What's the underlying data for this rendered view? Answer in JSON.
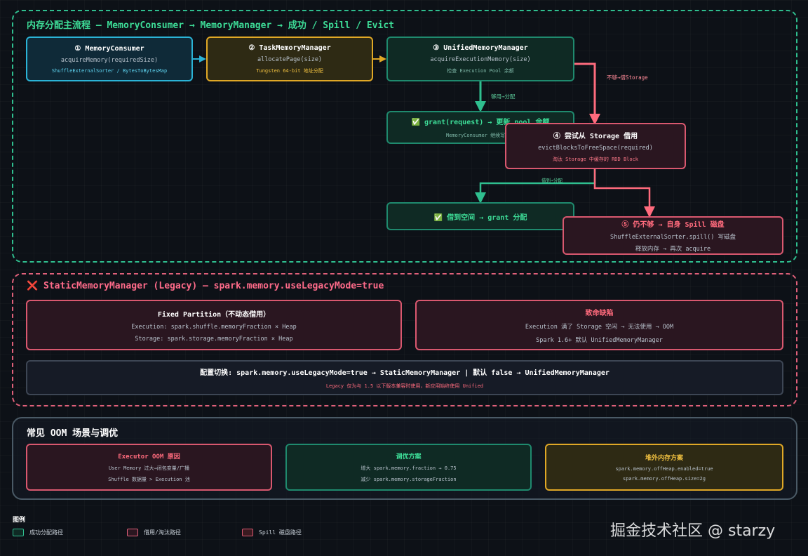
{
  "flow": {
    "title": "内存分配主流程 — MemoryConsumer → MemoryManager → 成功 / Spill / Evict",
    "step1": {
      "title": "① MemoryConsumer",
      "code": "acquireMemory(requiredSize)",
      "note": "ShuffleExternalSorter / BytesToBytesMap"
    },
    "step2": {
      "title": "② TaskMemoryManager",
      "code": "allocatePage(size)",
      "note": "Tungsten 64-bit 地址分配"
    },
    "step3": {
      "title": "③ UnifiedMemoryManager",
      "code": "acquireExecutionMemory(size)",
      "note": "检查 Execution Pool 余额"
    },
    "label_enough": "够用→分配",
    "label_not_enough": "不够→借Storage",
    "grant": {
      "title": "✅ grant(request) → 更新 pool 余额",
      "note": "MemoryConsumer 继续写数据"
    },
    "step4": {
      "title": "④ 尝试从 Storage 借用",
      "code": "evictBlocksToFreeSpace(required)",
      "note": "淘汰 Storage 中缓存的 RDD Block"
    },
    "label_borrow_ok": "借到→分配",
    "borrow_ok": {
      "title": "✅ 借到空间 → grant 分配"
    },
    "step5": {
      "title": "⑤ 仍不够 → 自身 Spill 磁盘",
      "code": "ShuffleExternalSorter.spill() 写磁盘",
      "note": "释放内存 → 再次 acquire"
    }
  },
  "legacy": {
    "title": "❌ StaticMemoryManager (Legacy) — spark.memory.useLegacyMode=true",
    "fixed": {
      "title": "Fixed Partition（不动态借用）",
      "line1": "Execution: spark.shuffle.memoryFraction × Heap",
      "line2": "Storage: spark.storage.memoryFraction × Heap"
    },
    "fatal": {
      "title": "致命缺陷",
      "line1": "Execution 满了 Storage 空闲 → 无法使用 → OOM",
      "line2": "Spark 1.6+ 默认 UnifiedMemoryManager"
    },
    "config": {
      "title": "配置切换: spark.memory.useLegacyMode=true → StaticMemoryManager | 默认 false → UnifiedMemoryManager",
      "note": "Legacy 仅为与 1.5 以下版本兼容时使用，新应用始终使用 Unified"
    }
  },
  "oom": {
    "title": "常见 OOM 场景与调优",
    "cause": {
      "title": "Executor OOM 原因",
      "line1": "User Memory 过大→闭包变量/广播",
      "line2": "Shuffle 数据量 > Execution 池"
    },
    "tuning": {
      "title": "调优方案",
      "line1": "增大 spark.memory.fraction → 0.75",
      "line2": "减少 spark.memory.storageFraction"
    },
    "offheap": {
      "title": "堆外内存方案",
      "line1": "spark.memory.offHeap.enabled=true",
      "line2": "spark.memory.offHeap.size=2g"
    }
  },
  "legend": {
    "title": "图例",
    "success": "成功分配路径",
    "borrow": "借用/淘汰路径",
    "spill": "Spill 磁盘路径"
  },
  "watermark": "掘金技术社区 @ starzy",
  "colors": {
    "green": "#2fbf8f",
    "red": "#ff6b7d",
    "cyan": "#2bb3d6",
    "yellow": "#e0a826"
  }
}
